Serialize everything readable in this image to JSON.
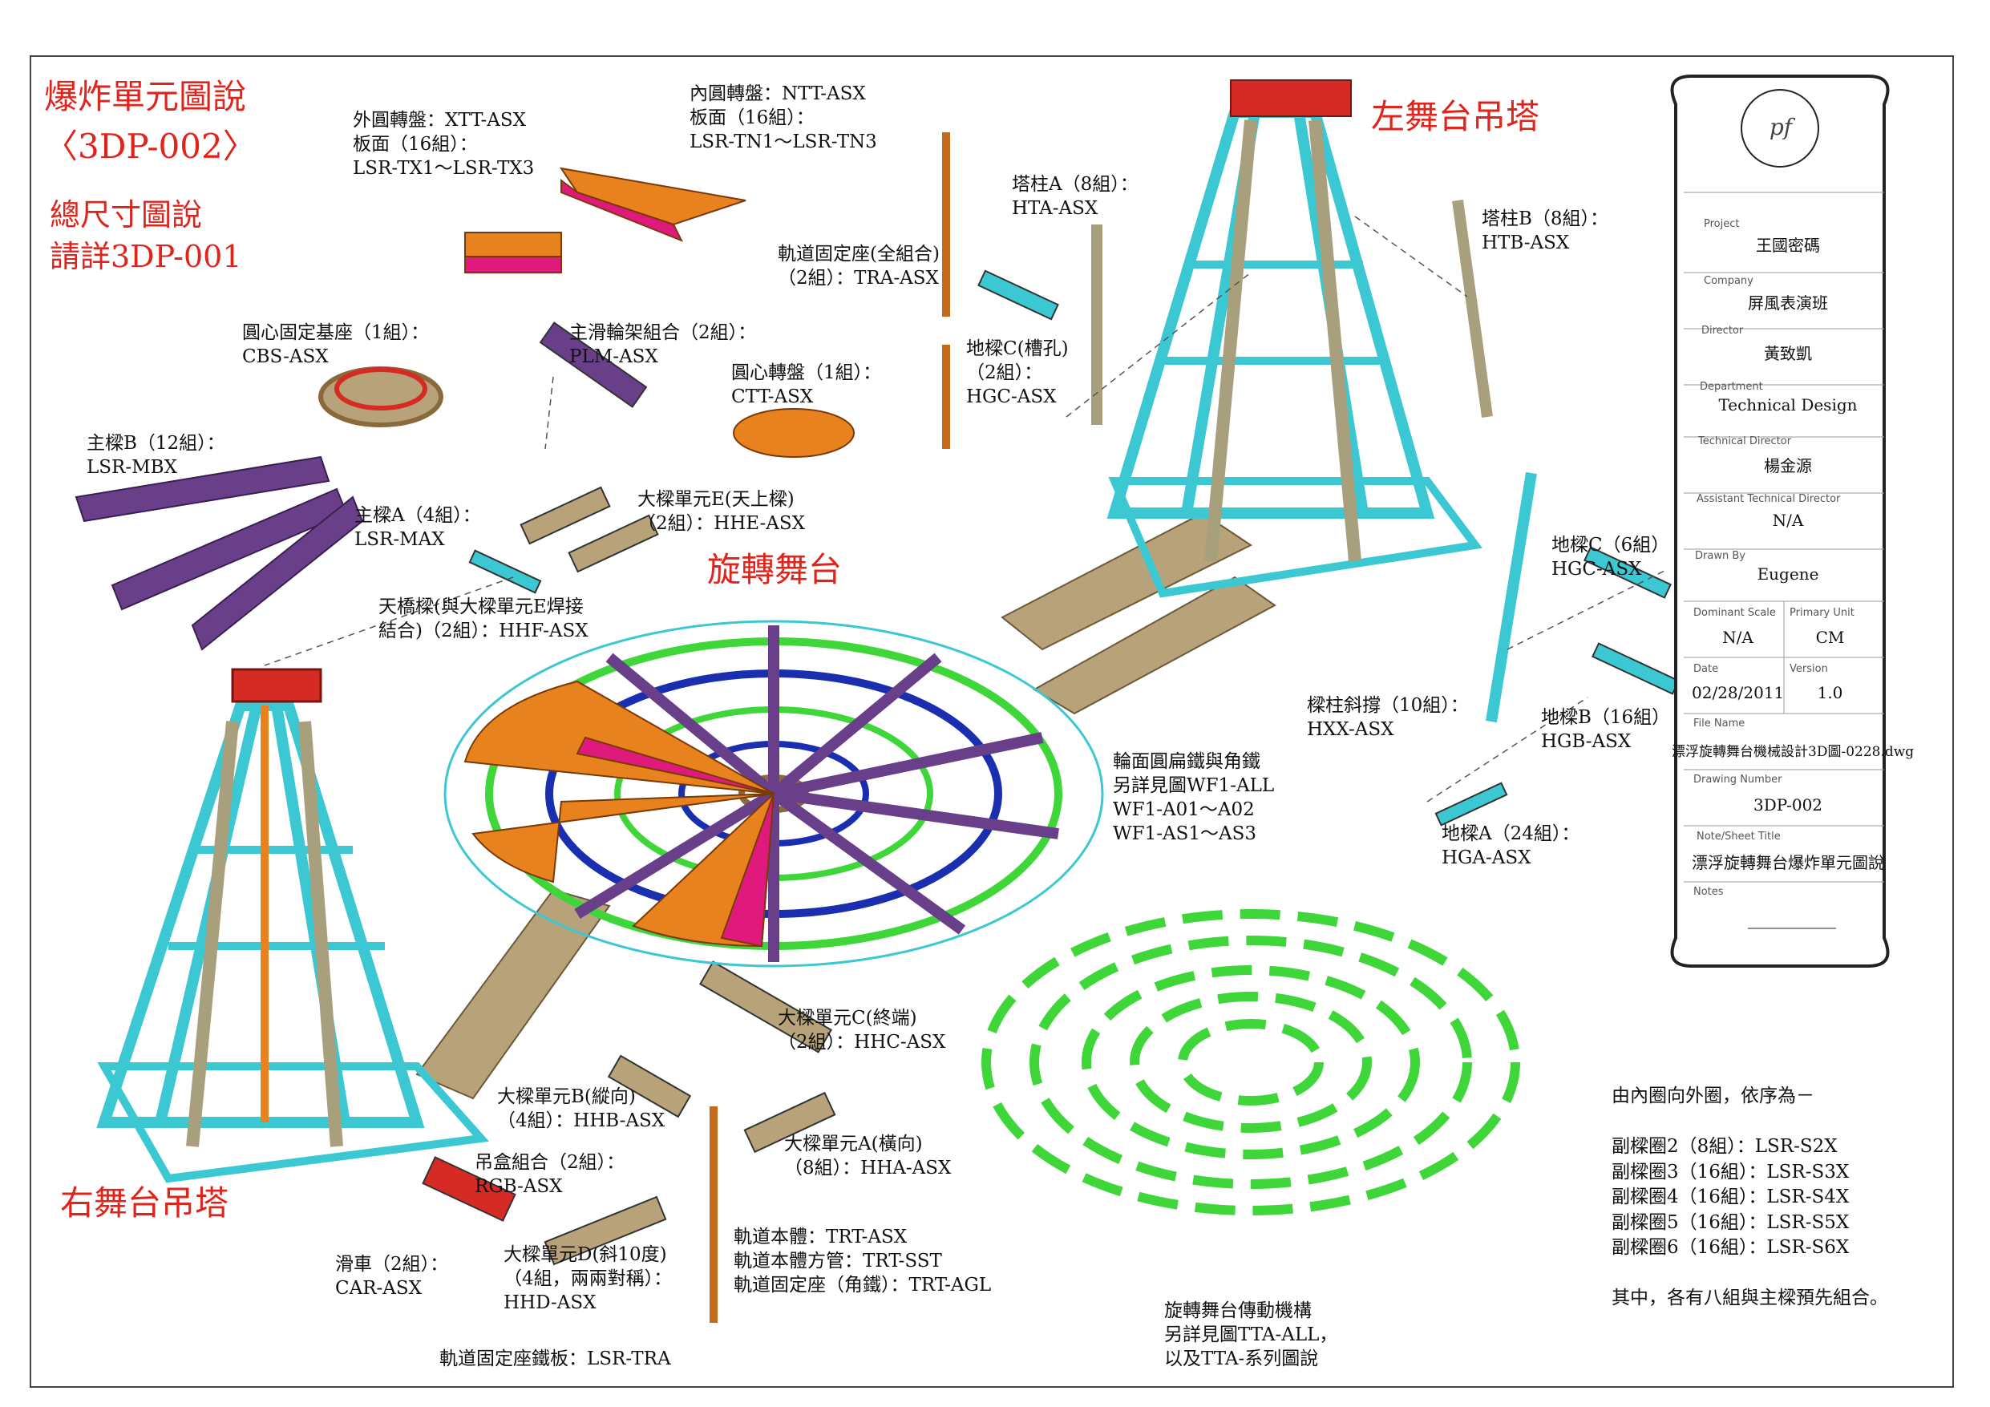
{
  "colors": {
    "red_title": "#e0241c",
    "orange_panel": "#e8821e",
    "magenta_panel": "#e0197d",
    "cyan_frame": "#3cc8d2",
    "olive_column": "#a8a07c",
    "purple_beam": "#6a3f8a",
    "green_ring": "#3fd63a",
    "blue_ring": "#1a2fb0",
    "red_header": "#d62a24",
    "tan_beam": "#b8a27a"
  },
  "title": {
    "line1": "爆炸單元圖說",
    "line2": "〈3DP-002〉",
    "line3": "總尺寸圖說",
    "line4": "請詳3DP-001"
  },
  "headings": {
    "left_tower": "左舞台吊塔",
    "right_tower": "右舞台吊塔",
    "rotating_stage": "旋轉舞台"
  },
  "callouts": {
    "outer_disc": [
      "外圓轉盤：XTT-ASX",
      "板面（16組）：",
      "LSR-TX1～LSR-TX3"
    ],
    "inner_disc": [
      "內圓轉盤：NTT-ASX",
      "板面（16組）：",
      "LSR-TN1～LSR-TN3"
    ],
    "track_mount": [
      "軌道固定座(全組合)",
      "（2組）：TRA-ASX"
    ],
    "tower_col_a": [
      "塔柱A（8組）：",
      "HTA-ASX"
    ],
    "tower_col_b": [
      "塔柱B（8組）：",
      "HTB-ASX"
    ],
    "ground_beam_c_slot": [
      "地樑C(槽孔)",
      "（2組）：",
      "HGC-ASX"
    ],
    "center_base": [
      "圓心固定基座（1組）：",
      "CBS-ASX"
    ],
    "pulley_frame": [
      "主滑輪架組合（2組）：",
      "PLM-ASX"
    ],
    "center_disc": [
      "圓心轉盤（1組）：",
      "CTT-ASX"
    ],
    "main_beam_b": [
      "主樑B（12組）：",
      "LSR-MBX"
    ],
    "main_beam_a": [
      "主樑A（4組）：",
      "LSR-MAX"
    ],
    "beam_unit_e": [
      "大樑單元E(天上樑)",
      "（2組）：HHE-ASX"
    ],
    "bridge_beam": [
      "天橋樑(與大樑單元E焊接",
      "結合)（2組）：HHF-ASX"
    ],
    "ground_beam_c": [
      "地樑C（6組）",
      "HGC-ASX"
    ],
    "beam_col_brace": [
      "樑柱斜撐（10組）：",
      "HXX-ASX"
    ],
    "ground_beam_b": [
      "地樑B（16組）",
      "HGB-ASX"
    ],
    "ground_beam_a": [
      "地樑A（24組）：",
      "HGA-ASX"
    ],
    "wheel_plate": [
      "輪面圓扁鐵與角鐵",
      "另詳見圖WF1-ALL",
      "WF1-A01～A02",
      "WF1-AS1～AS3"
    ],
    "beam_unit_c": [
      "大樑單元C(終端)",
      "（2組）：HHC-ASX"
    ],
    "beam_unit_b": [
      "大樑單元B(縱向)",
      "（4組）：HHB-ASX"
    ],
    "beam_unit_a": [
      "大樑單元A(橫向)",
      "（8組）：HHA-ASX"
    ],
    "hanger_box": [
      "吊盒組合（2組）：",
      "RGB-ASX"
    ],
    "beam_unit_d": [
      "大樑單元D(斜10度)",
      "（4組，兩兩對稱）：",
      "HHD-ASX"
    ],
    "trolley": [
      "滑車（2組）：",
      "CAR-ASX"
    ],
    "track_body": [
      "軌道本體：TRT-ASX",
      "軌道本體方管：TRT-SST",
      "軌道固定座（角鐵）：TRT-AGL"
    ],
    "track_plate": [
      "軌道固定座鐵板：LSR-TRA"
    ],
    "drive": [
      "旋轉舞台傳動機構",
      "另詳見圖TTA-ALL，",
      "以及TTA-系列圖說"
    ],
    "ring_list": [
      "由內圈向外圈，依序為－",
      "",
      "副樑圈2（8組）：LSR-S2X",
      "副樑圈3（16組）：LSR-S3X",
      "副樑圈4（16組）：LSR-S4X",
      "副樑圈5（16組）：LSR-S5X",
      "副樑圈6（16組）：LSR-S6X",
      "",
      "其中，各有八組與主樑預先組合。"
    ]
  },
  "title_block": {
    "logo_text": "pf",
    "project_label": "Project",
    "project": "王國密碼",
    "company_label": "Company",
    "company": "屏風表演班",
    "director_label": "Director",
    "director": "黃致凱",
    "department_label": "Department",
    "department": "Technical Design",
    "tech_director_label": "Technical Director",
    "tech_director": "楊金源",
    "assistant_label": "Assistant  Technical  Director",
    "assistant": "N/A",
    "drawn_by_label": "Drawn By",
    "drawn_by": "Eugene",
    "scale_label": "Dominant  Scale",
    "scale": "N/A",
    "unit_label": "Primary  Unit",
    "unit": "CM",
    "date_label": "Date",
    "date": "02/28/2011",
    "version_label": "Version",
    "version": "1.0",
    "file_label": "File  Name",
    "file": "漂浮旋轉舞台機械設計3D圖-0228.dwg",
    "drawing_label": "Drawing  Number",
    "drawing": "3DP-002",
    "sheet_label": "Note/Sheet  Title",
    "sheet": "漂浮旋轉舞台爆炸單元圖說",
    "notes_label": "Notes"
  }
}
